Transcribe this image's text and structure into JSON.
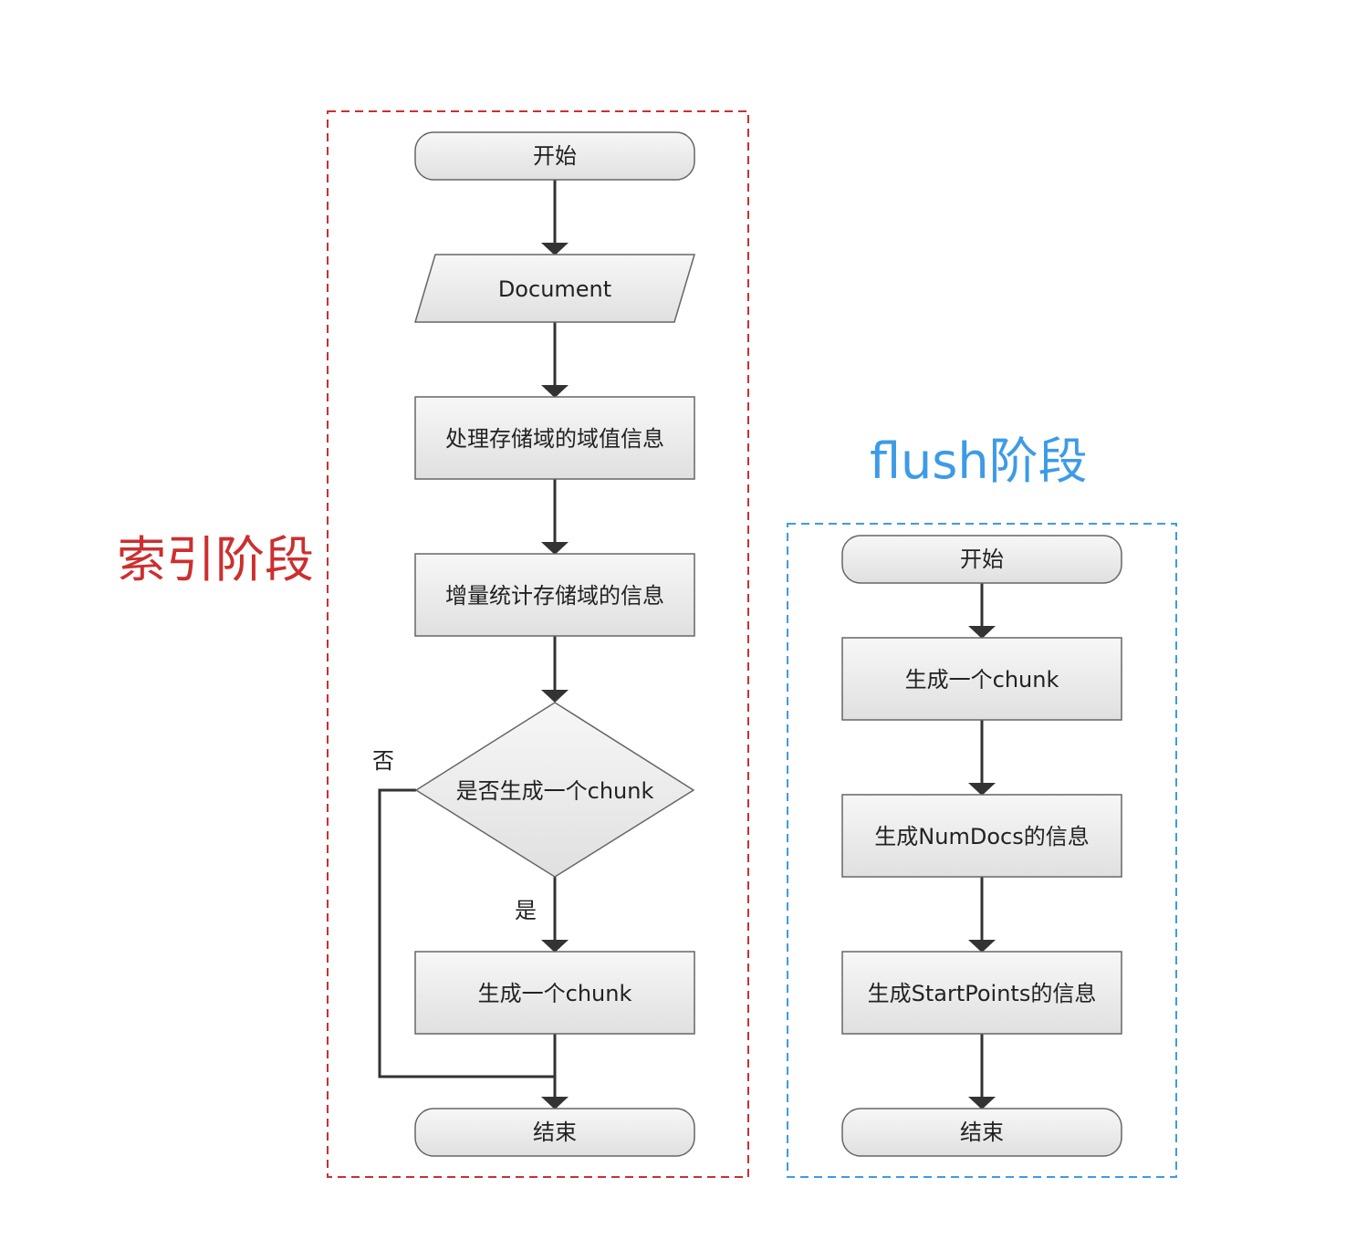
{
  "regions": {
    "index_stage": {
      "label": "索引阶段",
      "color": "#cc2f2f"
    },
    "flush_stage": {
      "label": "flush阶段",
      "color": "#3d9be6"
    }
  },
  "index_flow": {
    "start": "开始",
    "document": "Document",
    "process_fields": "处理存储域的域值信息",
    "incremental_stats": "增量统计存储域的信息",
    "decision": "是否生成一个chunk",
    "generate_chunk": "生成一个chunk",
    "end": "结束",
    "yes_label": "是",
    "no_label": "否"
  },
  "flush_flow": {
    "start": "开始",
    "generate_chunk": "生成一个chunk",
    "numdocs": "生成NumDocs的信息",
    "startpoints": "生成StartPoints的信息",
    "end": "结束"
  },
  "colors": {
    "node_fill_top": "#f7f7f7",
    "node_fill_bottom": "#e2e2e2",
    "node_stroke": "#666666",
    "arrow": "#333333"
  }
}
